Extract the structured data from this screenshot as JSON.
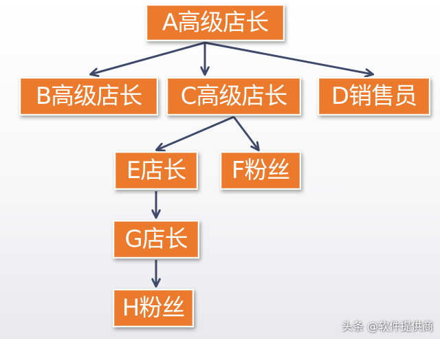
{
  "diagram": {
    "nodes": {
      "a": "A高级店长",
      "b": "B高级店长",
      "c": "C高级店长",
      "d": "D销售员",
      "e": "E店长",
      "f": "F粉丝",
      "g": "G店长",
      "h": "H粉丝"
    },
    "edges": [
      {
        "from": "a",
        "to": "b"
      },
      {
        "from": "a",
        "to": "c"
      },
      {
        "from": "a",
        "to": "d"
      },
      {
        "from": "c",
        "to": "e"
      },
      {
        "from": "c",
        "to": "f"
      },
      {
        "from": "e",
        "to": "g"
      },
      {
        "from": "g",
        "to": "h"
      }
    ]
  },
  "watermark": "头条 @软件提供商",
  "colors": {
    "node_fill": "#ec7a2c",
    "node_text": "#ffffff",
    "arrow": "#3f4a6b"
  }
}
